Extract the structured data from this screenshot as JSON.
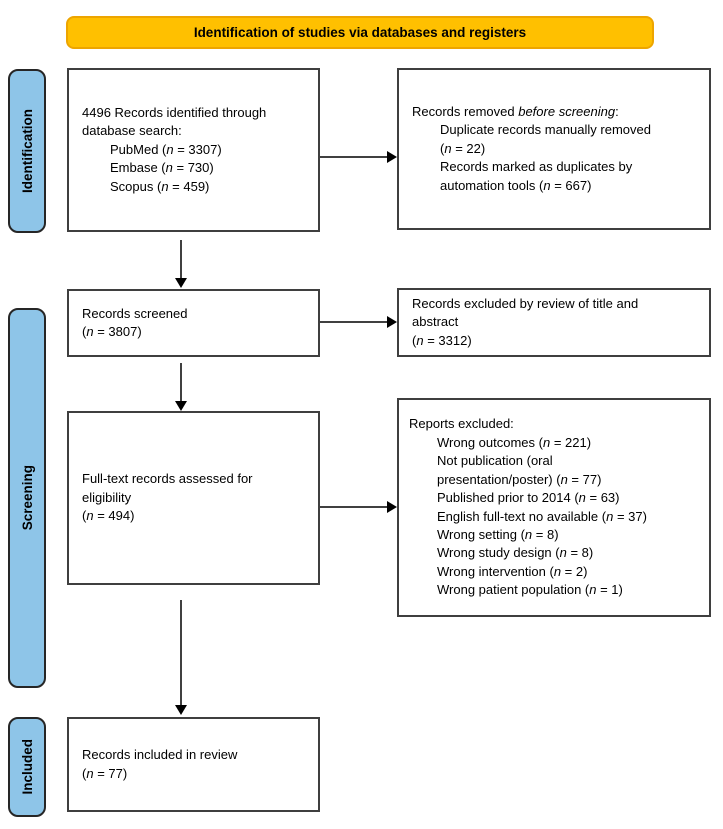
{
  "header": {
    "title": "Identification of studies via databases and registers"
  },
  "colors": {
    "header_bg": "#FFC000",
    "header_border": "#EDA500",
    "stage_bg": "#8EC5E8",
    "stage_border": "#262626",
    "box_border": "#3F3F3F",
    "arrow": "#000000"
  },
  "stages": [
    {
      "label": "Identification"
    },
    {
      "label": "Screening"
    },
    {
      "label": "Included"
    }
  ],
  "boxes": {
    "identified": {
      "lines": [
        {
          "seg": [
            {
              "t": "4496 Records identified through"
            }
          ]
        },
        {
          "seg": [
            {
              "t": "database search:"
            }
          ]
        },
        {
          "indent": 1,
          "seg": [
            {
              "t": "PubMed ("
            },
            {
              "t": "n",
              "i": true
            },
            {
              "t": " = 3307)"
            }
          ]
        },
        {
          "indent": 1,
          "seg": [
            {
              "t": "Embase ("
            },
            {
              "t": "n",
              "i": true
            },
            {
              "t": " = 730)"
            }
          ]
        },
        {
          "indent": 1,
          "seg": [
            {
              "t": "Scopus ("
            },
            {
              "t": "n",
              "i": true
            },
            {
              "t": " = 459)"
            }
          ]
        }
      ]
    },
    "removed": {
      "lines": [
        {
          "seg": [
            {
              "t": "Records removed "
            },
            {
              "t": "before screening",
              "i": true
            },
            {
              "t": ":"
            }
          ]
        },
        {
          "indent": 1,
          "seg": [
            {
              "t": "Duplicate records manually removed"
            }
          ]
        },
        {
          "indent": 1,
          "seg": [
            {
              "t": "("
            },
            {
              "t": "n",
              "i": true
            },
            {
              "t": " = 22)"
            }
          ]
        },
        {
          "indent": 1,
          "seg": [
            {
              "t": "Records marked as duplicates by"
            }
          ]
        },
        {
          "indent": 1,
          "seg": [
            {
              "t": "automation tools ("
            },
            {
              "t": "n",
              "i": true
            },
            {
              "t": " = 667)"
            }
          ]
        }
      ]
    },
    "screened": {
      "lines": [
        {
          "seg": [
            {
              "t": "Records screened"
            }
          ]
        },
        {
          "seg": [
            {
              "t": "("
            },
            {
              "t": "n",
              "i": true
            },
            {
              "t": " = 3807)"
            }
          ]
        }
      ]
    },
    "excluded_title_abstract": {
      "lines": [
        {
          "seg": [
            {
              "t": "Records excluded by review of title and"
            }
          ]
        },
        {
          "seg": [
            {
              "t": "abstract"
            }
          ]
        },
        {
          "seg": [
            {
              "t": "("
            },
            {
              "t": "n",
              "i": true
            },
            {
              "t": " = 3312)"
            }
          ]
        }
      ]
    },
    "fulltext": {
      "lines": [
        {
          "seg": [
            {
              "t": "Full-text records assessed for"
            }
          ]
        },
        {
          "seg": [
            {
              "t": "eligibility"
            }
          ]
        },
        {
          "seg": [
            {
              "t": "("
            },
            {
              "t": "n",
              "i": true
            },
            {
              "t": " = 494)"
            }
          ]
        }
      ]
    },
    "reports_excluded": {
      "lines": [
        {
          "seg": [
            {
              "t": "Reports excluded:"
            }
          ]
        },
        {
          "indent": 1,
          "seg": [
            {
              "t": "Wrong outcomes ("
            },
            {
              "t": "n",
              "i": true
            },
            {
              "t": " = 221)"
            }
          ]
        },
        {
          "indent": 1,
          "seg": [
            {
              "t": "Not publication (oral"
            }
          ]
        },
        {
          "indent": 1,
          "seg": [
            {
              "t": "presentation/poster) ("
            },
            {
              "t": "n",
              "i": true
            },
            {
              "t": " = 77)"
            }
          ]
        },
        {
          "indent": 1,
          "seg": [
            {
              "t": "Published prior to 2014 ("
            },
            {
              "t": "n",
              "i": true
            },
            {
              "t": " = 63)"
            }
          ]
        },
        {
          "indent": 1,
          "seg": [
            {
              "t": "English full-text no available ("
            },
            {
              "t": "n",
              "i": true
            },
            {
              "t": " = 37)"
            }
          ]
        },
        {
          "indent": 1,
          "seg": [
            {
              "t": "Wrong setting ("
            },
            {
              "t": "n",
              "i": true
            },
            {
              "t": " = 8)"
            }
          ]
        },
        {
          "indent": 1,
          "seg": [
            {
              "t": "Wrong study design ("
            },
            {
              "t": "n",
              "i": true
            },
            {
              "t": " = 8)"
            }
          ]
        },
        {
          "indent": 1,
          "seg": [
            {
              "t": "Wrong intervention ("
            },
            {
              "t": "n",
              "i": true
            },
            {
              "t": " = 2)"
            }
          ]
        },
        {
          "indent": 1,
          "seg": [
            {
              "t": "Wrong patient population ("
            },
            {
              "t": "n",
              "i": true
            },
            {
              "t": " = 1)"
            }
          ]
        }
      ]
    },
    "included": {
      "lines": [
        {
          "seg": [
            {
              "t": "Records included in review"
            }
          ]
        },
        {
          "seg": [
            {
              "t": "("
            },
            {
              "t": "n",
              "i": true
            },
            {
              "t": " = 77)"
            }
          ]
        }
      ]
    }
  }
}
